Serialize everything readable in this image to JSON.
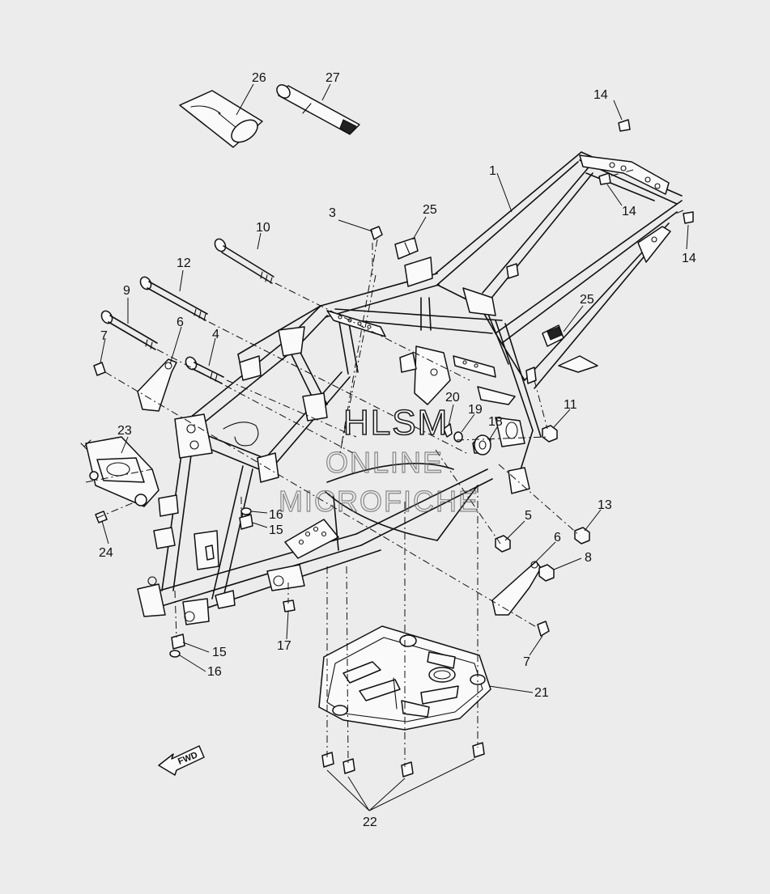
{
  "callouts": [
    {
      "id": "c26",
      "label": "26"
    },
    {
      "id": "c27",
      "label": "27"
    },
    {
      "id": "c14a",
      "label": "14"
    },
    {
      "id": "c1",
      "label": "1"
    },
    {
      "id": "c14b",
      "label": "14"
    },
    {
      "id": "c14c",
      "label": "14"
    },
    {
      "id": "c3",
      "label": "3"
    },
    {
      "id": "c25a",
      "label": "25"
    },
    {
      "id": "c10",
      "label": "10"
    },
    {
      "id": "c12",
      "label": "12"
    },
    {
      "id": "c9",
      "label": "9"
    },
    {
      "id": "c25b",
      "label": "25"
    },
    {
      "id": "c7a",
      "label": "7"
    },
    {
      "id": "c6a",
      "label": "6"
    },
    {
      "id": "c4",
      "label": "4"
    },
    {
      "id": "c20",
      "label": "20"
    },
    {
      "id": "c19",
      "label": "19"
    },
    {
      "id": "c11",
      "label": "11"
    },
    {
      "id": "c18",
      "label": "18"
    },
    {
      "id": "c23",
      "label": "23"
    },
    {
      "id": "c16a",
      "label": "16"
    },
    {
      "id": "c15a",
      "label": "15"
    },
    {
      "id": "c24",
      "label": "24"
    },
    {
      "id": "c5",
      "label": "5"
    },
    {
      "id": "c13",
      "label": "13"
    },
    {
      "id": "c6b",
      "label": "6"
    },
    {
      "id": "c8",
      "label": "8"
    },
    {
      "id": "c17",
      "label": "17"
    },
    {
      "id": "c15b",
      "label": "15"
    },
    {
      "id": "c16b",
      "label": "16"
    },
    {
      "id": "c7b",
      "label": "7"
    },
    {
      "id": "c21",
      "label": "21"
    },
    {
      "id": "c22",
      "label": "22"
    }
  ],
  "watermark": {
    "line1": "HLSM",
    "line2": "ONLINE",
    "line3": "MICROFICHE"
  },
  "fwd_label": "FWD"
}
